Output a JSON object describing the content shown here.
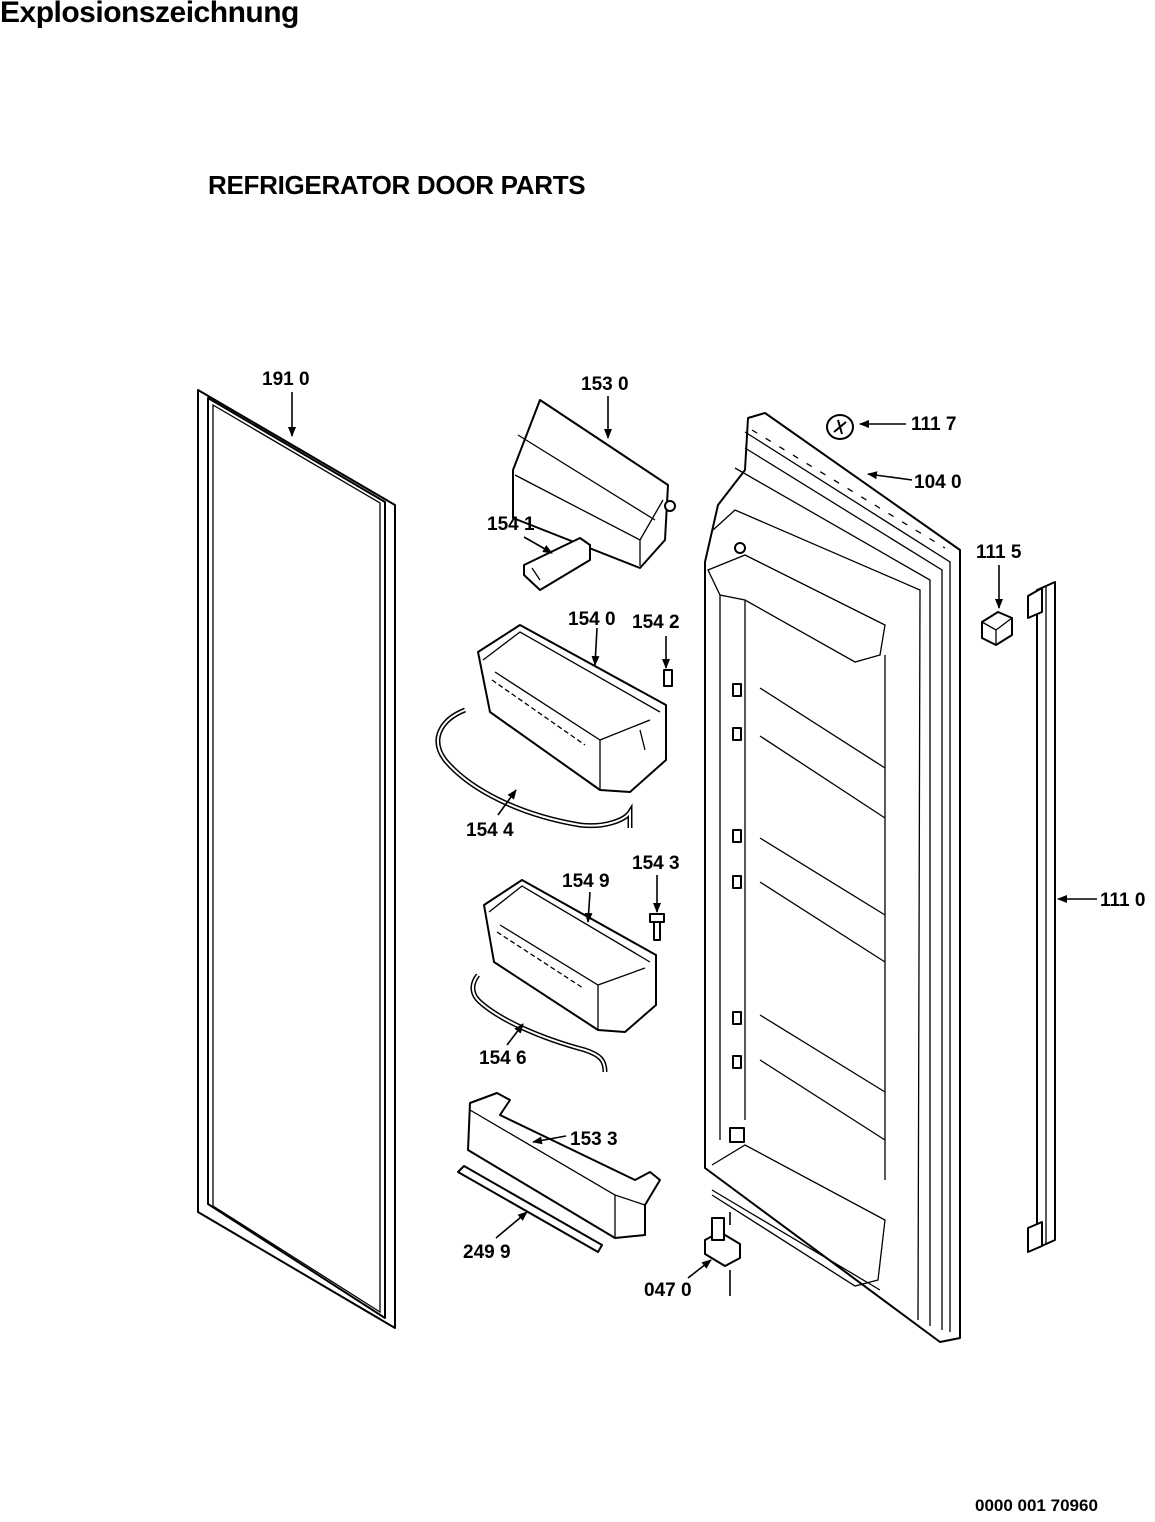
{
  "header": {
    "page_heading": "Explosionszeichnung",
    "section_title": "REFRIGERATOR DOOR PARTS"
  },
  "footer": {
    "document_number": "0000 001 70960"
  },
  "parts": {
    "gasket": "191 0",
    "dairy_cover": "153 0",
    "cover_hinge": "154 1",
    "door_bin_upper": "154 0",
    "pin_upper": "154 2",
    "wire_upper": "154 4",
    "door_bin_lower": "154 9",
    "pin_lower": "154 3",
    "wire_lower": "154 6",
    "bottle_shelf": "153 3",
    "shelf_strip": "249 9",
    "hinge": "047 0",
    "plug": "111 7",
    "door_liner": "104 0",
    "clip": "111 5",
    "handle": "111 0"
  }
}
